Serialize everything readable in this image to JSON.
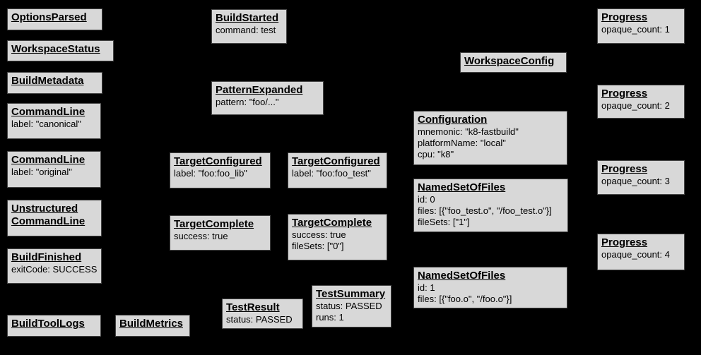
{
  "colors": {
    "background": "#000000",
    "box_fill": "#d8d8d8",
    "box_border": "#454545",
    "text": "#000000"
  },
  "boxes": {
    "options_parsed": {
      "title": "OptionsParsed",
      "lines": []
    },
    "workspace_status": {
      "title": "WorkspaceStatus",
      "lines": []
    },
    "build_metadata": {
      "title": "BuildMetadata",
      "lines": []
    },
    "command_line_canonical": {
      "title": "CommandLine",
      "lines": [
        "label: \"canonical\""
      ]
    },
    "command_line_original": {
      "title": "CommandLine",
      "lines": [
        "label: \"original\""
      ]
    },
    "unstructured_command_line": {
      "title": "Unstructured CommandLine",
      "lines": []
    },
    "build_finished": {
      "title": "BuildFinished",
      "lines": [
        "exitCode: SUCCESS"
      ]
    },
    "build_tool_logs": {
      "title": "BuildToolLogs",
      "lines": []
    },
    "build_metrics": {
      "title": "BuildMetrics",
      "lines": []
    },
    "build_started": {
      "title": "BuildStarted",
      "lines": [
        "command: test"
      ]
    },
    "pattern_expanded": {
      "title": "PatternExpanded",
      "lines": [
        "pattern: \"foo/...\""
      ]
    },
    "target_configured_lib": {
      "title": "TargetConfigured",
      "lines": [
        "label: \"foo:foo_lib\""
      ]
    },
    "target_configured_test": {
      "title": "TargetConfigured",
      "lines": [
        "label: \"foo:foo_test\""
      ]
    },
    "target_complete_lib": {
      "title": "TargetComplete",
      "lines": [
        "success: true"
      ]
    },
    "target_complete_test": {
      "title": "TargetComplete",
      "lines": [
        "success: true",
        "fileSets: [\"0\"]"
      ]
    },
    "test_result": {
      "title": "TestResult",
      "lines": [
        "status: PASSED"
      ]
    },
    "test_summary": {
      "title": "TestSummary",
      "lines": [
        "status: PASSED",
        "runs: 1"
      ]
    },
    "workspace_config": {
      "title": "WorkspaceConfig",
      "lines": []
    },
    "configuration": {
      "title": "Configuration",
      "lines": [
        "mnemonic: \"k8-fastbuild\"",
        "platformName: \"local\"",
        "cpu: \"k8\""
      ]
    },
    "named_set_of_files_0": {
      "title": "NamedSetOfFiles",
      "lines": [
        "id: 0",
        "files: [{\"foo_test.o\", \"/foo_test.o\"}]",
        "fileSets: [\"1\"]"
      ]
    },
    "named_set_of_files_1": {
      "title": "NamedSetOfFiles",
      "lines": [
        "id: 1",
        "files: [{\"foo.o\", \"/foo.o\"}]"
      ]
    },
    "progress_1": {
      "title": "Progress",
      "lines": [
        "opaque_count: 1"
      ]
    },
    "progress_2": {
      "title": "Progress",
      "lines": [
        "opaque_count: 2"
      ]
    },
    "progress_3": {
      "title": "Progress",
      "lines": [
        "opaque_count: 3"
      ]
    },
    "progress_4": {
      "title": "Progress",
      "lines": [
        "opaque_count: 4"
      ]
    }
  }
}
